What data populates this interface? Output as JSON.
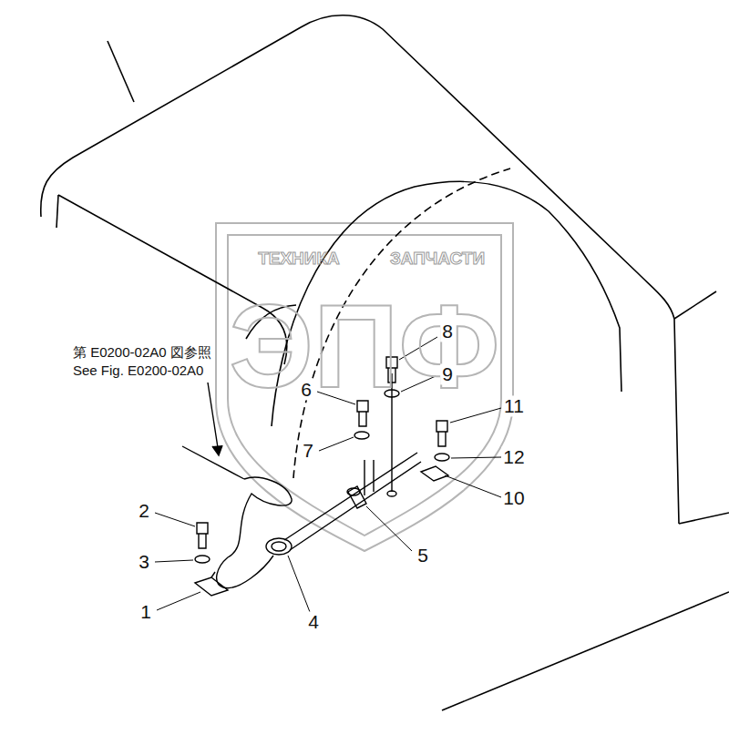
{
  "diagram": {
    "labels": [
      "ЭПФ",
      "ТЕХНИКА",
      "ЗАПЧАСТИ",
      "第 E0200-02A0 図参照",
      "See Fig. E0200-02A0",
      "8",
      "9",
      "6",
      "11",
      "7",
      "12",
      "10",
      "2",
      "5",
      "3",
      "1",
      "4"
    ]
  }
}
